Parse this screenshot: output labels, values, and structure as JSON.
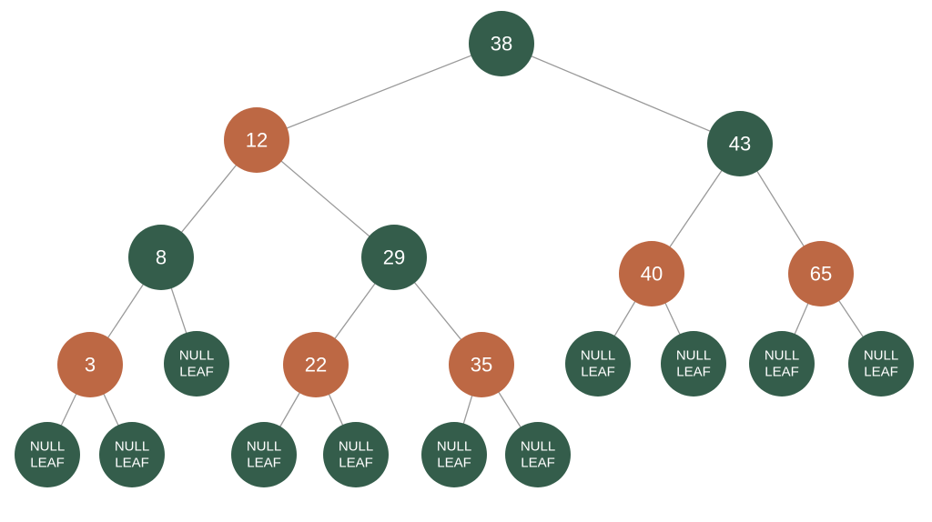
{
  "colors": {
    "black": "#345d4b",
    "red": "#bd6844",
    "edge": "#9a9a9a",
    "label": "#ffffff"
  },
  "tree": {
    "nodes": [
      {
        "id": "n38",
        "label": "38",
        "color": "black"
      },
      {
        "id": "n12",
        "label": "12",
        "color": "red"
      },
      {
        "id": "n43",
        "label": "43",
        "color": "black"
      },
      {
        "id": "n8",
        "label": "8",
        "color": "black"
      },
      {
        "id": "n29",
        "label": "29",
        "color": "black"
      },
      {
        "id": "n40",
        "label": "40",
        "color": "red"
      },
      {
        "id": "n65",
        "label": "65",
        "color": "red"
      },
      {
        "id": "n3",
        "label": "3",
        "color": "red"
      },
      {
        "id": "l8r",
        "label": "NULL\nLEAF",
        "color": "black"
      },
      {
        "id": "n22",
        "label": "22",
        "color": "red"
      },
      {
        "id": "n35",
        "label": "35",
        "color": "red"
      },
      {
        "id": "l40l",
        "label": "NULL\nLEAF",
        "color": "black"
      },
      {
        "id": "l40r",
        "label": "NULL\nLEAF",
        "color": "black"
      },
      {
        "id": "l65l",
        "label": "NULL\nLEAF",
        "color": "black"
      },
      {
        "id": "l65r",
        "label": "NULL\nLEAF",
        "color": "black"
      },
      {
        "id": "l3l",
        "label": "NULL\nLEAF",
        "color": "black"
      },
      {
        "id": "l3r",
        "label": "NULL\nLEAF",
        "color": "black"
      },
      {
        "id": "l22l",
        "label": "NULL\nLEAF",
        "color": "black"
      },
      {
        "id": "l22r",
        "label": "NULL\nLEAF",
        "color": "black"
      },
      {
        "id": "l35l",
        "label": "NULL\nLEAF",
        "color": "black"
      },
      {
        "id": "l35r",
        "label": "NULL\nLEAF",
        "color": "black"
      }
    ],
    "edges": [
      [
        "n38",
        "n12"
      ],
      [
        "n38",
        "n43"
      ],
      [
        "n12",
        "n8"
      ],
      [
        "n12",
        "n29"
      ],
      [
        "n43",
        "n40"
      ],
      [
        "n43",
        "n65"
      ],
      [
        "n8",
        "n3"
      ],
      [
        "n8",
        "l8r"
      ],
      [
        "n29",
        "n22"
      ],
      [
        "n29",
        "n35"
      ],
      [
        "n40",
        "l40l"
      ],
      [
        "n40",
        "l40r"
      ],
      [
        "n65",
        "l65l"
      ],
      [
        "n65",
        "l65r"
      ],
      [
        "n3",
        "l3l"
      ],
      [
        "n3",
        "l3r"
      ],
      [
        "n22",
        "l22l"
      ],
      [
        "n22",
        "l22r"
      ],
      [
        "n35",
        "l35l"
      ],
      [
        "n35",
        "l35r"
      ]
    ]
  }
}
